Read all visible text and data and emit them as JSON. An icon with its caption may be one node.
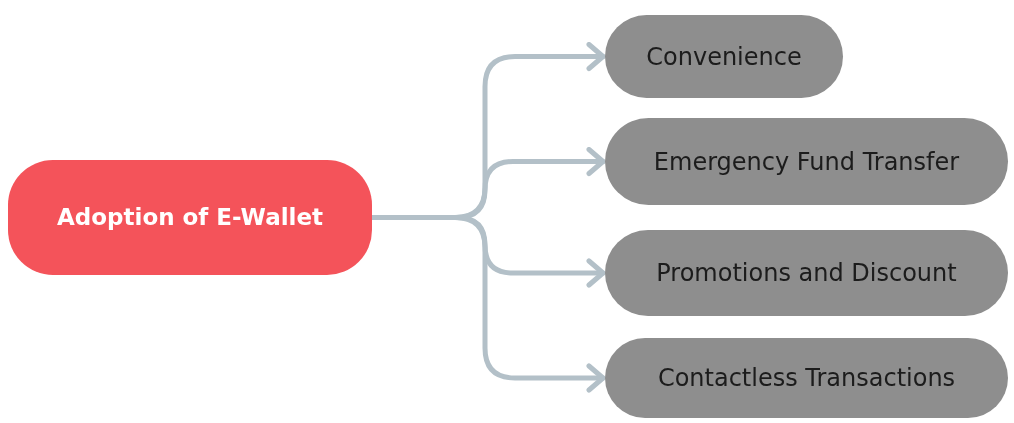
{
  "diagram": {
    "nodes": [
      {
        "text": [
          "Adoption of E-Wallet"
        ]
      },
      {
        "text": [
          "Convenience"
        ]
      },
      {
        "text": [
          "Emergency Fund Transfer"
        ]
      },
      {
        "text": [
          "Promotions and Discount"
        ]
      },
      {
        "text": [
          "Contactless Transactions"
        ]
      }
    ],
    "edges": [
      {
        "from": 0,
        "to": 1,
        "arrow": "to"
      },
      {
        "from": 0,
        "to": 2,
        "arrow": "to"
      },
      {
        "from": 0,
        "to": 3,
        "arrow": "to"
      },
      {
        "from": 0,
        "to": 4,
        "arrow": "to"
      }
    ]
  }
}
